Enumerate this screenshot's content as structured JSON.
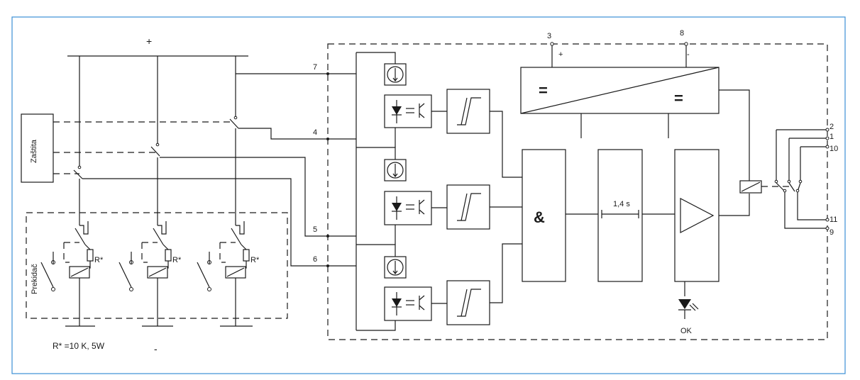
{
  "labels": {
    "plus_supply": "+",
    "minus_supply": "-",
    "protection": "Zaštita",
    "switch_label": "Prekidač",
    "resistor": "R*",
    "resistor_note": "R* =10 K, 5W",
    "gate": "&",
    "timer": "1,4 s",
    "ok": "OK",
    "equal_left": "=",
    "equal_right": "=",
    "term_power_plus": "+",
    "term_power_minus": "-"
  },
  "terminals": {
    "t3": "3",
    "t8": "8",
    "t7": "7",
    "t4": "4",
    "t5": "5",
    "t6": "6",
    "t2": "2",
    "t1": "1",
    "t10": "10",
    "t11": "11",
    "t9": "9"
  },
  "colors": {
    "frame": "#3b8fd6",
    "line": "#1a1a1a"
  }
}
